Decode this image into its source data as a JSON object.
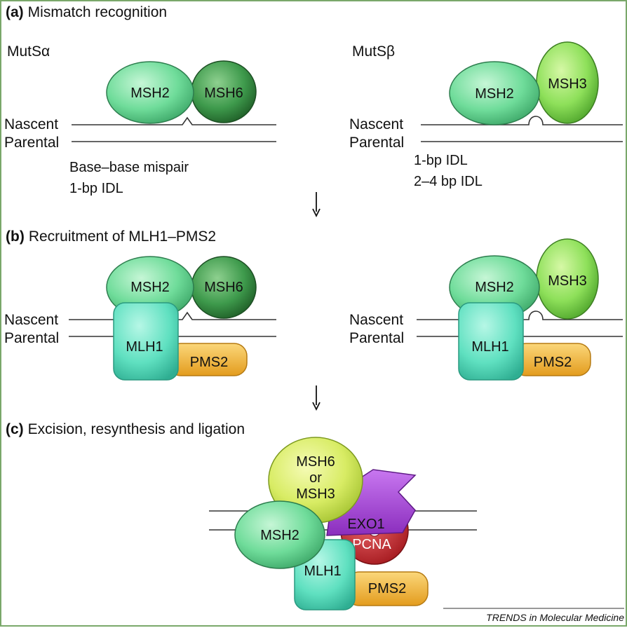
{
  "sections": {
    "a": {
      "letter": "(a)",
      "title": "Mismatch recognition"
    },
    "b": {
      "letter": "(b)",
      "title": "Recruitment of MLH1–PMS2"
    },
    "c": {
      "letter": "(c)",
      "title": "Excision, resynthesis and ligation"
    }
  },
  "complexes": {
    "left": "MutSα",
    "right": "MutSβ"
  },
  "strands": {
    "nascent": "Nascent",
    "parental": "Parental"
  },
  "proteins": {
    "msh2": "MSH2",
    "msh6": "MSH6",
    "msh3": "MSH3",
    "mlh1": "MLH1",
    "pms2": "PMS2",
    "exo1": "EXO1",
    "pcna": "PCNA",
    "msh6_or_msh3": [
      "MSH6",
      "or",
      "MSH3"
    ]
  },
  "substrates": {
    "left": [
      "Base–base mispair",
      "1-bp IDL"
    ],
    "right": [
      "1-bp IDL",
      "2–4 bp IDL"
    ]
  },
  "credit": "TRENDS in Molecular Medicine",
  "colors": {
    "msh2": "#6fdc9a",
    "msh6": "#3e9a4c",
    "msh3": "#8ee05a",
    "mlh1": "#5fe0c0",
    "pms2": "#f0b43a",
    "exo1": "#a43fd6",
    "pcna": "#c9252b",
    "msh6_or_msh3": "#d8ec64",
    "border": "#7aa86a"
  }
}
